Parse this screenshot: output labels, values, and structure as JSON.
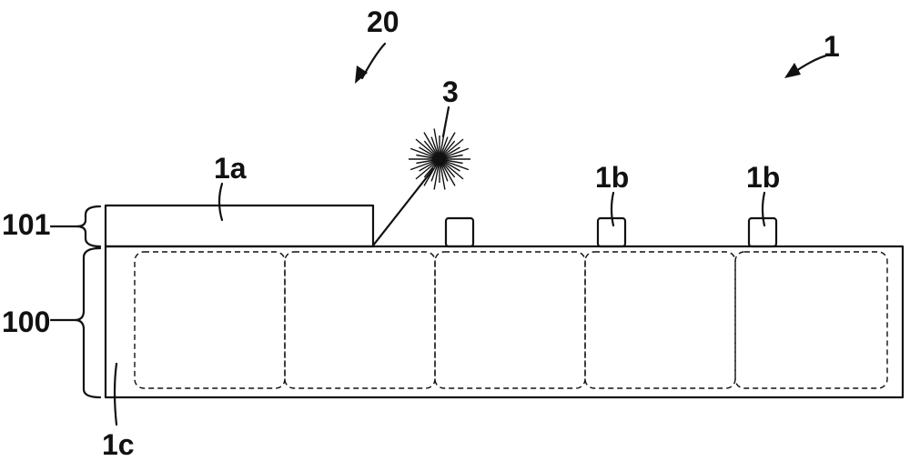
{
  "labels": {
    "ref_20": "20",
    "ref_1": "1",
    "ref_3": "3",
    "ref_1a": "1a",
    "ref_1b_first": "1b",
    "ref_1b_second": "1b",
    "ref_101": "101",
    "ref_100": "100",
    "ref_1c": "1c"
  }
}
